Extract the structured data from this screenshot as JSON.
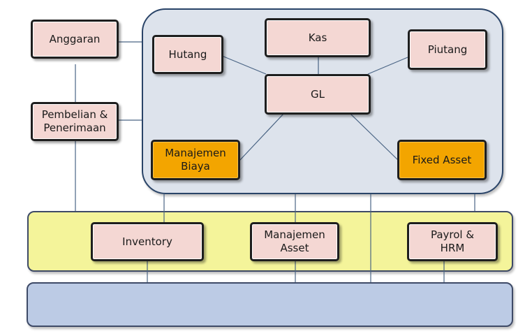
{
  "diagram": {
    "colors": {
      "core_panel_fill": "#dde3ec",
      "middle_band_fill": "#f4f49a",
      "base_band_fill": "#bccbe5",
      "module_fill": "#f4d7d3",
      "highlight_fill": "#f3a500",
      "connector": "#4a6484"
    },
    "nodes": {
      "anggaran": "Anggaran",
      "pembelian": "Pembelian &\nPenerimaan",
      "hutang": "Hutang",
      "kas": "Kas",
      "piutang": "Piutang",
      "gl": "GL",
      "manajemen_biaya": "Manajemen\nBiaya",
      "fixed_asset": "Fixed Asset",
      "inventory": "Inventory",
      "manajemen_asset": "Manajemen\nAsset",
      "payrol_hrm": "Payrol &\nHRM"
    }
  }
}
